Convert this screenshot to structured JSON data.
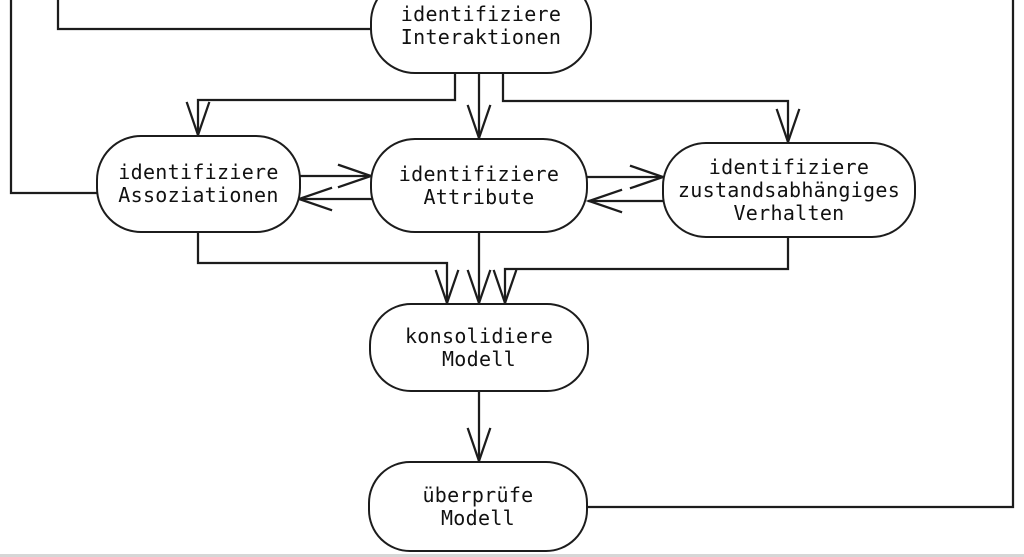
{
  "diagram": {
    "language": "de",
    "colors": {
      "background": "#ffffff",
      "line": "#1c1c1c",
      "text": "#111111"
    },
    "nodes": [
      {
        "id": "identifiziere-interaktionen",
        "lines": [
          "identifiziere",
          "Interaktionen"
        ]
      },
      {
        "id": "identifiziere-assoziationen",
        "lines": [
          "identifiziere",
          "Assoziationen"
        ]
      },
      {
        "id": "identifiziere-attribute",
        "lines": [
          "identifiziere",
          "Attribute"
        ]
      },
      {
        "id": "identifiziere-zustandsabhaengiges-verhalten",
        "lines": [
          "identifiziere",
          "zustandsabhängiges",
          "Verhalten"
        ]
      },
      {
        "id": "konsolidiere-modell",
        "lines": [
          "konsolidiere",
          "Modell"
        ]
      },
      {
        "id": "ueberpruefe-modell",
        "lines": [
          "überprüfe",
          "Modell"
        ]
      }
    ],
    "edges": [
      {
        "id": "feedback-left-to-assoziationen",
        "from": "offscreen-top",
        "to": "identifiziere-assoziationen",
        "arrow": false
      },
      {
        "id": "feedback-left-to-interaktionen",
        "from": "offscreen-top",
        "to": "identifiziere-interaktionen",
        "arrow": false
      },
      {
        "id": "interaktionen-to-assoziationen",
        "from": "identifiziere-interaktionen",
        "to": "identifiziere-assoziationen",
        "arrow": true
      },
      {
        "id": "interaktionen-to-attribute",
        "from": "identifiziere-interaktionen",
        "to": "identifiziere-attribute",
        "arrow": true
      },
      {
        "id": "interaktionen-to-verhalten",
        "from": "identifiziere-interaktionen",
        "to": "identifiziere-zustandsabhaengiges-verhalten",
        "arrow": true
      },
      {
        "id": "assoziationen-to-attribute",
        "from": "identifiziere-assoziationen",
        "to": "identifiziere-attribute",
        "arrow": true
      },
      {
        "id": "attribute-to-assoziationen",
        "from": "identifiziere-attribute",
        "to": "identifiziere-assoziationen",
        "arrow": true
      },
      {
        "id": "attribute-to-verhalten",
        "from": "identifiziere-attribute",
        "to": "identifiziere-zustandsabhaengiges-verhalten",
        "arrow": true
      },
      {
        "id": "verhalten-to-attribute",
        "from": "identifiziere-zustandsabhaengiges-verhalten",
        "to": "identifiziere-attribute",
        "arrow": true
      },
      {
        "id": "assoziationen-to-konsolidiere",
        "from": "identifiziere-assoziationen",
        "to": "konsolidiere-modell",
        "arrow": true
      },
      {
        "id": "attribute-to-konsolidiere",
        "from": "identifiziere-attribute",
        "to": "konsolidiere-modell",
        "arrow": true
      },
      {
        "id": "verhalten-to-konsolidiere",
        "from": "identifiziere-zustandsabhaengiges-verhalten",
        "to": "konsolidiere-modell",
        "arrow": true
      },
      {
        "id": "konsolidiere-to-ueberpruefe",
        "from": "konsolidiere-modell",
        "to": "ueberpruefe-modell",
        "arrow": true
      },
      {
        "id": "ueberpruefe-feedback-right",
        "from": "ueberpruefe-modell",
        "to": "offscreen-top",
        "arrow": false
      }
    ]
  }
}
